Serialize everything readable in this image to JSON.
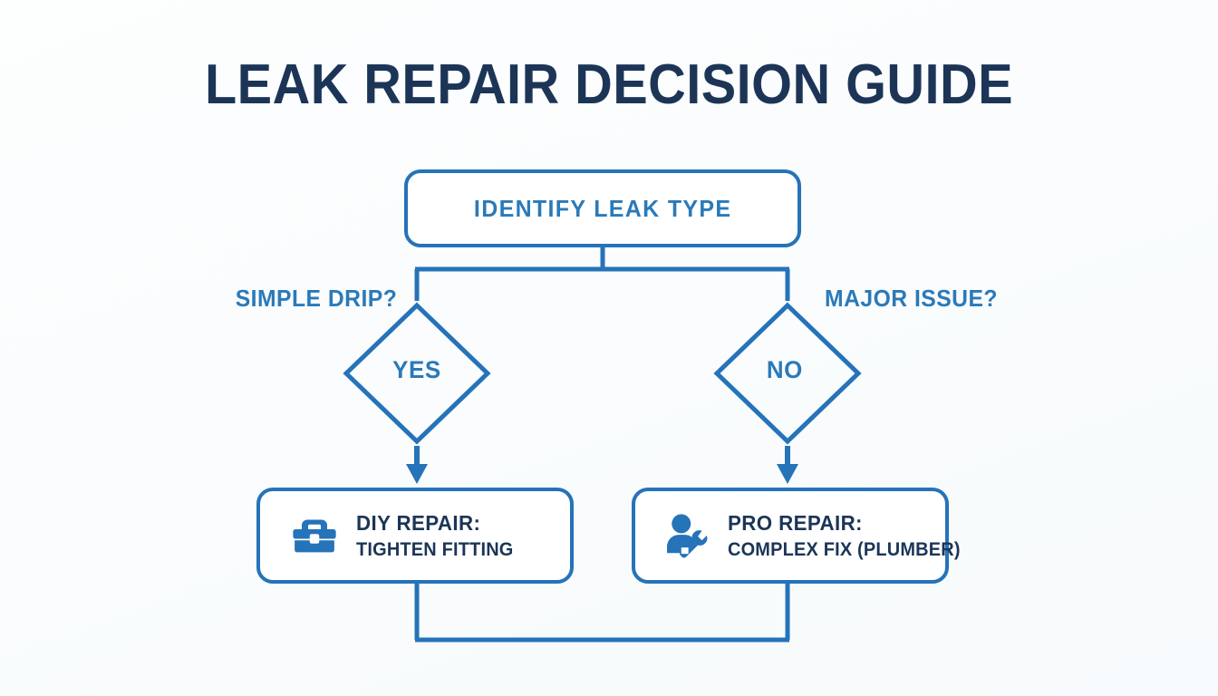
{
  "title": "LEAK REPAIR DECISION GUIDE",
  "colors": {
    "title_navy": "#1c3557",
    "accent_blue": "#2573b8",
    "text_blue": "#2a7ab9",
    "background": "#fbfdfe"
  },
  "flow": {
    "start_node": {
      "label": "IDENTIFY LEAK TYPE",
      "shape": "rounded-rectangle"
    },
    "branches": [
      {
        "condition_label": "SIMPLE DRIP?",
        "decision": "YES",
        "decision_shape": "diamond",
        "outcome": {
          "icon": "toolbox-icon",
          "heading": "DIY REPAIR:",
          "detail": "TIGHTEN FITTING"
        }
      },
      {
        "condition_label": "MAJOR ISSUE?",
        "decision": "NO",
        "decision_shape": "diamond",
        "outcome": {
          "icon": "plumber-wrench-icon",
          "heading": "PRO REPAIR:",
          "detail": "COMPLEX FIX (PLUMBER)"
        }
      }
    ]
  }
}
